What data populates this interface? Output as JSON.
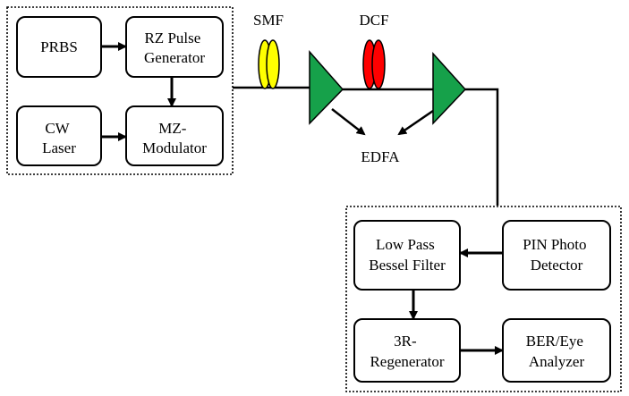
{
  "transmitter": {
    "prbs": [
      "PRBS"
    ],
    "rz_pulse_generator": [
      "RZ Pulse",
      "Generator"
    ],
    "cw_laser": [
      "CW",
      "Laser"
    ],
    "mz_modulator": [
      "MZ-",
      "Modulator"
    ]
  },
  "link": {
    "smf_label": "SMF",
    "dcf_label": "DCF",
    "edfa_label": "EDFA"
  },
  "receiver": {
    "low_pass_bessel_filter": [
      "Low Pass",
      "Bessel Filter"
    ],
    "pin_photo_detector": [
      "PIN Photo",
      "Detector"
    ],
    "regenerator_3r": [
      "3R-",
      "Regenerator"
    ],
    "ber_eye_analyzer": [
      "BER/Eye",
      "Analyzer"
    ]
  },
  "colors": {
    "amplifier_green": "#16a14a",
    "smf_yellow": "#ffff00",
    "dcf_red": "#ff0000"
  }
}
